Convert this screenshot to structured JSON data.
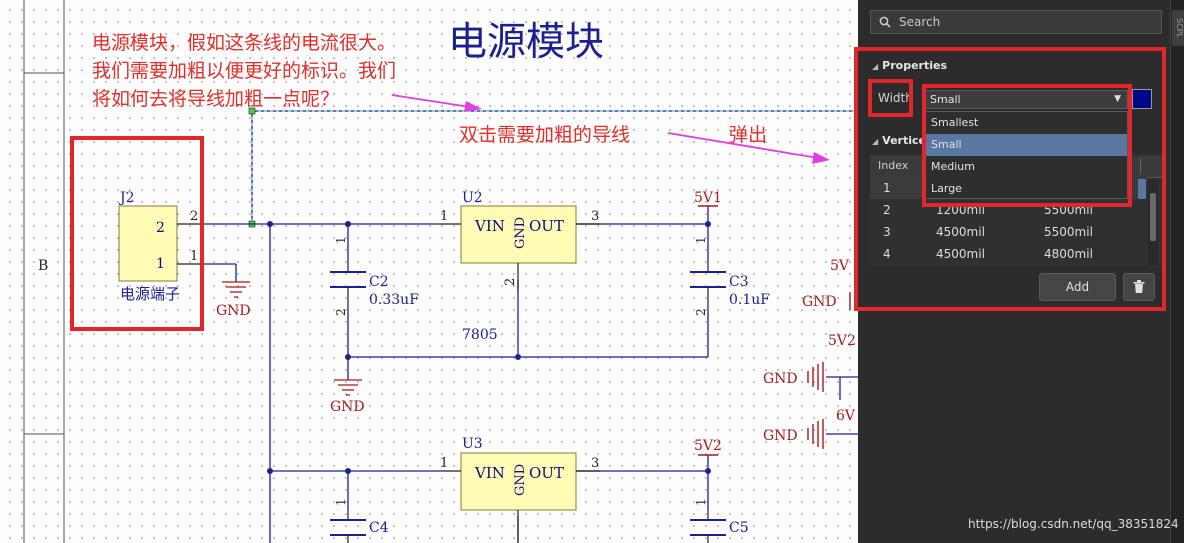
{
  "colors": {
    "annotation": "#e0302a",
    "box": "#e3262b",
    "wire": "#1b2290",
    "part_fill": "#fefbb5",
    "part_text": "#0a0a8a",
    "refdes": "#1b2290",
    "power": "#a51b1b",
    "arrow": "#e03ee0",
    "panel": "#2c2c2c",
    "selected": "#5878a2",
    "swatch": "#00088a"
  },
  "annotations": {
    "note_line1": "电源模块，假如这条线的电流很大。",
    "note_line2": "我们需要加粗以便更好的标识。我们",
    "note_line3": "将如何去将导线加粗一点呢？",
    "note_double_click": "双击需要加粗的导线",
    "note_popup": "弹出",
    "big_title": "电源模块"
  },
  "schematic": {
    "zone_label": "B",
    "j2": {
      "ref": "J2",
      "name": "电源端子",
      "pin_top": "2",
      "pin_bottom": "1",
      "pin_out_top": "2",
      "pin_out_bottom": "1"
    },
    "u2": {
      "ref": "U2",
      "vin": "VIN",
      "gnd": "GND",
      "out": "OUT",
      "pin_in": "1",
      "pin_out": "3",
      "pin_gnd": "2",
      "value": "7805"
    },
    "u3": {
      "ref": "U3",
      "vin": "VIN",
      "gnd": "GND",
      "out": "OUT",
      "pin_in": "1",
      "pin_out": "3"
    },
    "c2": {
      "ref": "C2",
      "value": "0.33uF",
      "pin_top": "1",
      "pin_bottom": "2"
    },
    "c3": {
      "ref": "C3",
      "value": "0.1uF",
      "pin_top": "1",
      "pin_bottom": "2"
    },
    "c4": {
      "ref": "C4",
      "pin_top": "1"
    },
    "c5": {
      "ref": "C5",
      "pin_top": "1"
    },
    "power_5v1": "5V1",
    "power_5v2_u3": "5V2",
    "gnd_label": "GND",
    "right_5v": "5V",
    "right_5v2": "5V2",
    "right_6v": "6V"
  },
  "panel": {
    "search_placeholder": "Search",
    "properties_title": "Properties",
    "width_label": "Width",
    "width_value": "Small",
    "vertices_title": "Vertices",
    "dropdown_options": [
      {
        "label": "Smallest",
        "selected": false
      },
      {
        "label": "Small",
        "selected": true
      },
      {
        "label": "Medium",
        "selected": false
      },
      {
        "label": "Large",
        "selected": false
      }
    ],
    "table_header_index": "Index",
    "rows": [
      {
        "index": "1",
        "x": "",
        "y": ""
      },
      {
        "index": "2",
        "x": "1200mil",
        "y": "5500mil"
      },
      {
        "index": "3",
        "x": "4500mil",
        "y": "5500mil"
      },
      {
        "index": "4",
        "x": "4500mil",
        "y": "4800mil"
      }
    ],
    "add_button": "Add",
    "sidebar_tab": "SCPL"
  },
  "watermark": "https://blog.csdn.net/qq_38351824"
}
